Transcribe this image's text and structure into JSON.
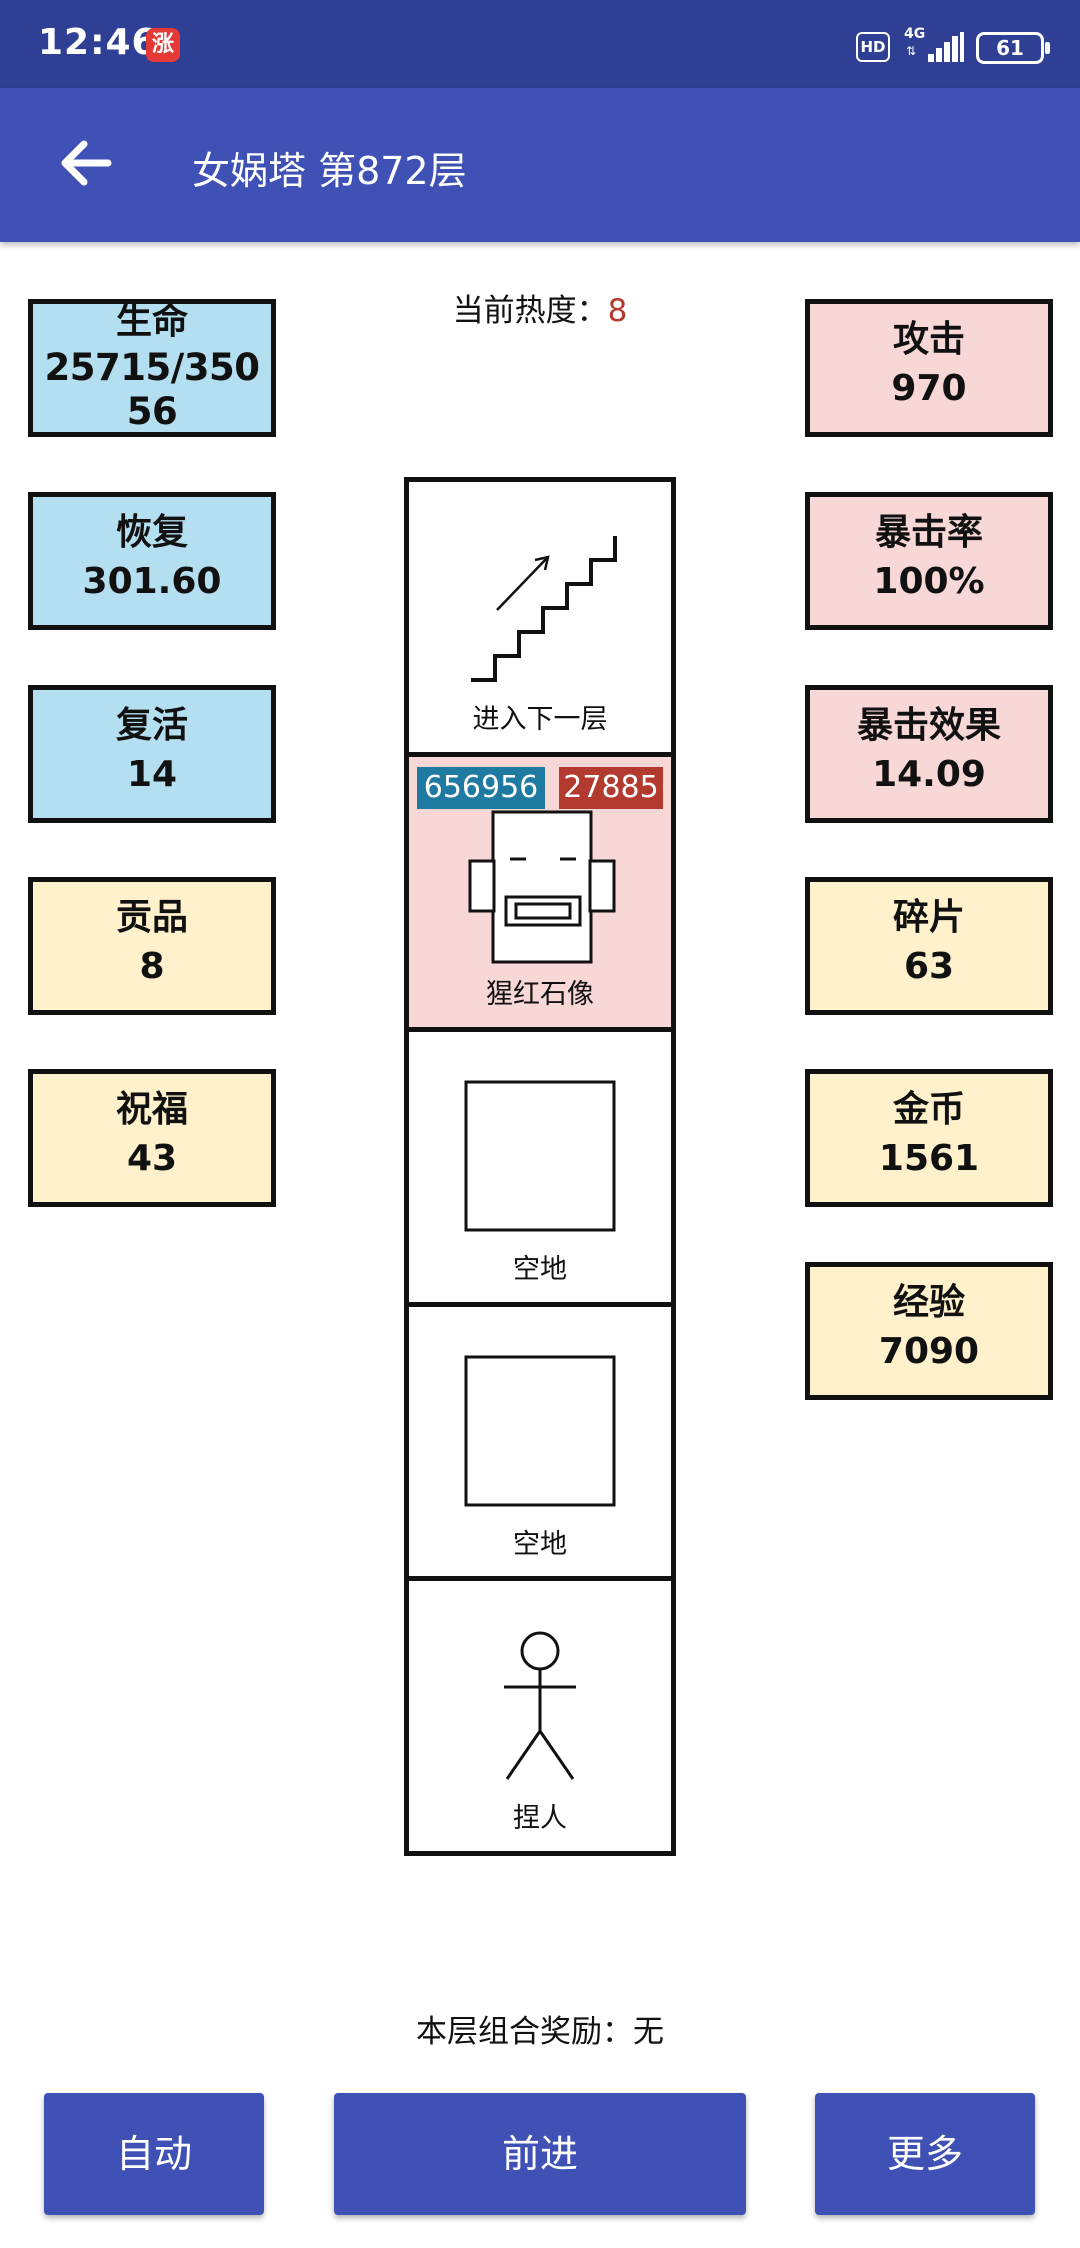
{
  "status_bar": {
    "time": "12:46",
    "notification_badge": "涨",
    "hd_label": "HD",
    "network_label": "4G",
    "battery": "61"
  },
  "app_bar": {
    "title": "女娲塔 第872层",
    "back_icon": "arrow-left-icon"
  },
  "heat": {
    "label": "当前热度：",
    "value": "8"
  },
  "left_stats": [
    {
      "label": "生命",
      "value": "25715/35056",
      "color": "#b3dff0"
    },
    {
      "label": "恢复",
      "value": "301.60",
      "color": "#b3dff0"
    },
    {
      "label": "复活",
      "value": "14",
      "color": "#b3dff0"
    },
    {
      "label": "贡品",
      "value": "8",
      "color": "#fff1cb"
    },
    {
      "label": "祝福",
      "value": "43",
      "color": "#fff1cb"
    }
  ],
  "right_stats": [
    {
      "label": "攻击",
      "value": "970",
      "color": "#f8d8d6"
    },
    {
      "label": "暴击率",
      "value": "100%",
      "color": "#f8d8d6"
    },
    {
      "label": "暴击效果",
      "value": "14.09",
      "color": "#f8d8d6"
    },
    {
      "label": "碎片",
      "value": "63",
      "color": "#fff1cb"
    },
    {
      "label": "金币",
      "value": "1561",
      "color": "#fff1cb"
    },
    {
      "label": "经验",
      "value": "7090",
      "color": "#fff1cb"
    }
  ],
  "tower": {
    "stairs": {
      "label": "进入下一层",
      "icon": "stairs-up-icon"
    },
    "monster": {
      "label": "猩红石像",
      "hp": "656956",
      "attack": "27885",
      "icon": "stone-statue-icon",
      "hp_color": "#1e7aa0",
      "attack_color": "#b23a2e"
    },
    "empty1": {
      "label": "空地",
      "icon": "empty-square-icon"
    },
    "empty2": {
      "label": "空地",
      "icon": "empty-square-icon"
    },
    "player": {
      "label": "捏人",
      "icon": "stick-figure-icon"
    }
  },
  "combo": {
    "label": "本层组合奖励：",
    "value": "无"
  },
  "buttons": {
    "auto": "自动",
    "forward": "前进",
    "more": "更多"
  },
  "colors": {
    "accent": "#3f51b5",
    "status_bar": "#2f3f93"
  }
}
